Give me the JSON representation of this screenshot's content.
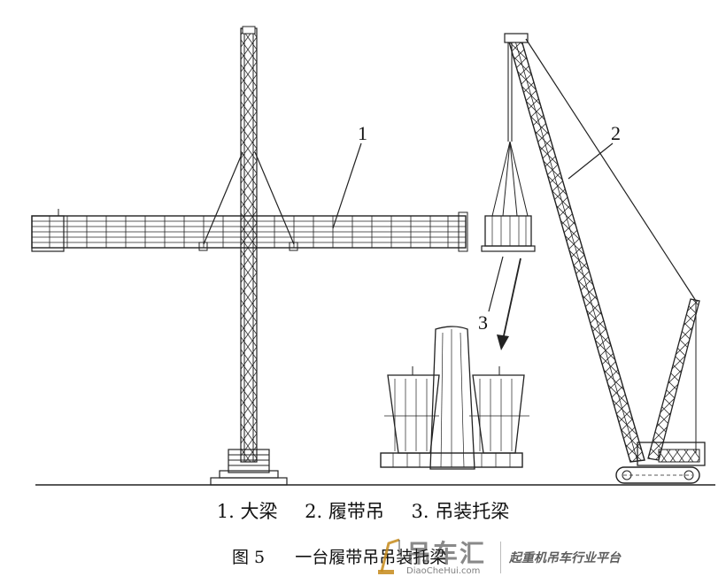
{
  "callouts": {
    "c1": "1",
    "c2": "2",
    "c3": "3"
  },
  "legend": {
    "item1": "1. 大梁",
    "item2": "2. 履带吊",
    "item3": "3. 吊装托梁"
  },
  "caption": {
    "figure_number": "图 5",
    "title": "一台履带吊吊装托梁"
  },
  "watermark": {
    "brand": "吊车汇",
    "url": "DiaoCheHui.com",
    "slogan": "起重机吊车行业平台"
  },
  "colors": {
    "line": "#222222",
    "text": "#111111"
  }
}
